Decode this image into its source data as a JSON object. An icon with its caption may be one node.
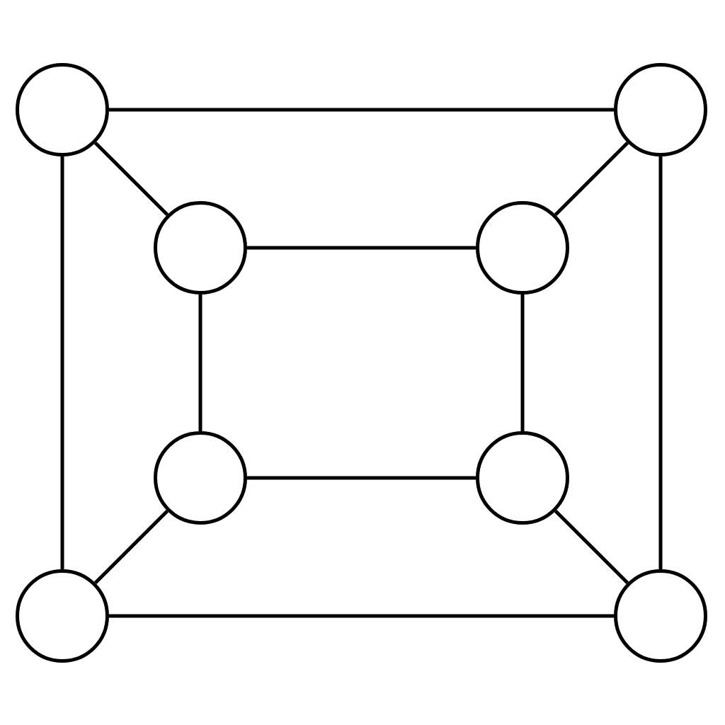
{
  "diagram": {
    "nodes": [
      {
        "text": [],
        "shape": "circle"
      },
      {
        "text": [],
        "shape": "circle"
      },
      {
        "text": [],
        "shape": "circle"
      },
      {
        "text": [],
        "shape": "circle"
      },
      {
        "text": [],
        "shape": "circle"
      },
      {
        "text": [],
        "shape": "circle"
      },
      {
        "text": [],
        "shape": "circle"
      },
      {
        "text": [],
        "shape": "circle"
      }
    ],
    "edges": [
      {
        "from": 0,
        "to": 1,
        "arrow": "none"
      },
      {
        "from": 0,
        "to": 2,
        "arrow": "none"
      },
      {
        "from": 0,
        "to": 6,
        "arrow": "none"
      },
      {
        "from": 1,
        "to": 3,
        "arrow": "none"
      },
      {
        "from": 1,
        "to": 7,
        "arrow": "none"
      },
      {
        "from": 2,
        "to": 3,
        "arrow": "none"
      },
      {
        "from": 2,
        "to": 4,
        "arrow": "none"
      },
      {
        "from": 3,
        "to": 5,
        "arrow": "none"
      },
      {
        "from": 4,
        "to": 5,
        "arrow": "none"
      },
      {
        "from": 4,
        "to": 6,
        "arrow": "none"
      },
      {
        "from": 5,
        "to": 7,
        "arrow": "none"
      },
      {
        "from": 6,
        "to": 7,
        "arrow": "none"
      }
    ]
  }
}
